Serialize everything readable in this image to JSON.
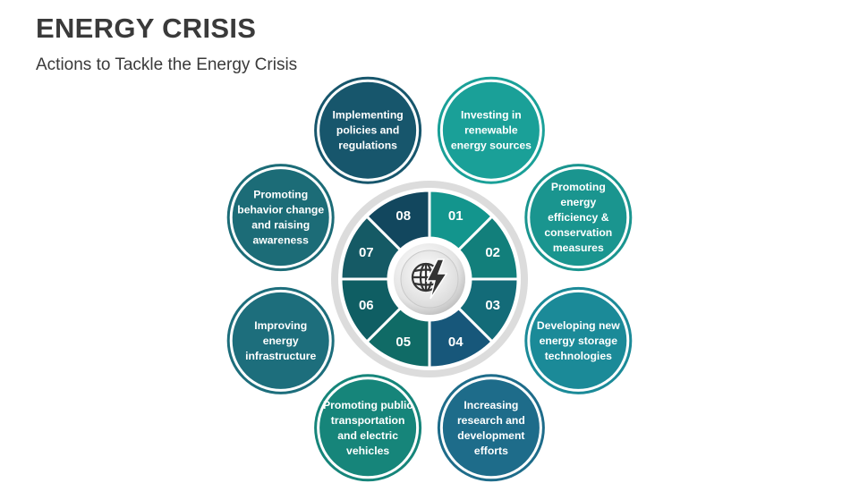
{
  "header": {
    "title": "ENERGY CRISIS",
    "subtitle": "Actions to Tackle the Energy Crisis"
  },
  "center_icon": "globe-lightning-icon",
  "colors": {
    "ring": "#dcdcdc",
    "gap": "#ffffff"
  },
  "items": [
    {
      "number": "01",
      "lines": [
        "Investing in",
        "renewable",
        "energy sources"
      ],
      "bubble_color": "#1aa098",
      "segment_color": "#13958d"
    },
    {
      "number": "02",
      "lines": [
        "Promoting",
        "energy",
        "efficiency &",
        "conservation",
        "measures"
      ],
      "bubble_color": "#1a958f",
      "segment_color": "#127f7b"
    },
    {
      "number": "03",
      "lines": [
        "Developing new",
        "energy storage",
        "technologies"
      ],
      "bubble_color": "#1b8a98",
      "segment_color": "#136b78"
    },
    {
      "number": "04",
      "lines": [
        "Increasing",
        "research and",
        "development",
        "efforts"
      ],
      "bubble_color": "#1e6c8a",
      "segment_color": "#17577a"
    },
    {
      "number": "05",
      "lines": [
        "Promoting public",
        "transportation",
        "and electric",
        "vehicles"
      ],
      "bubble_color": "#16857a",
      "segment_color": "#106b66"
    },
    {
      "number": "06",
      "lines": [
        "Improving",
        "energy",
        "infrastructure"
      ],
      "bubble_color": "#1d6e7c",
      "segment_color": "#0f5e63"
    },
    {
      "number": "07",
      "lines": [
        "Promoting",
        "behavior change",
        "and raising",
        "awareness"
      ],
      "bubble_color": "#1c6c77",
      "segment_color": "#155a65"
    },
    {
      "number": "08",
      "lines": [
        "Implementing",
        "policies and",
        "regulations"
      ],
      "bubble_color": "#17566c",
      "segment_color": "#12475e"
    }
  ]
}
